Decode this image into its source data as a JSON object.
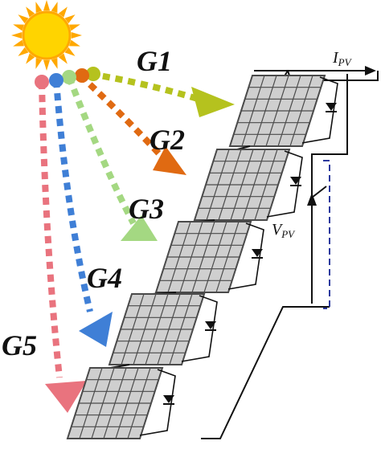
{
  "irradiance_labels": [
    {
      "id": "g1",
      "text": "G1",
      "color": "#b5c21e"
    },
    {
      "id": "g2",
      "text": "G2",
      "color": "#e06a12"
    },
    {
      "id": "g3",
      "text": "G3",
      "color": "#a4d882"
    },
    {
      "id": "g4",
      "text": "G4",
      "color": "#3f7fd6"
    },
    {
      "id": "g5",
      "text": "G5",
      "color": "#e9737e"
    }
  ],
  "electrical_labels": {
    "current": {
      "symbol": "I",
      "subscript": "PV"
    },
    "voltage": {
      "symbol": "V",
      "subscript": "PV"
    }
  },
  "colors": {
    "sun_core": "#ffd400",
    "sun_rays": "#ffa800",
    "panel_fill": "#cfcfcf",
    "panel_grid": "#4a4a4a",
    "wire": "#111111",
    "dashed_bracket": "#2b3a9e"
  },
  "icons": {
    "sun": "sun-icon",
    "diode": "bypass-diode-icon"
  }
}
